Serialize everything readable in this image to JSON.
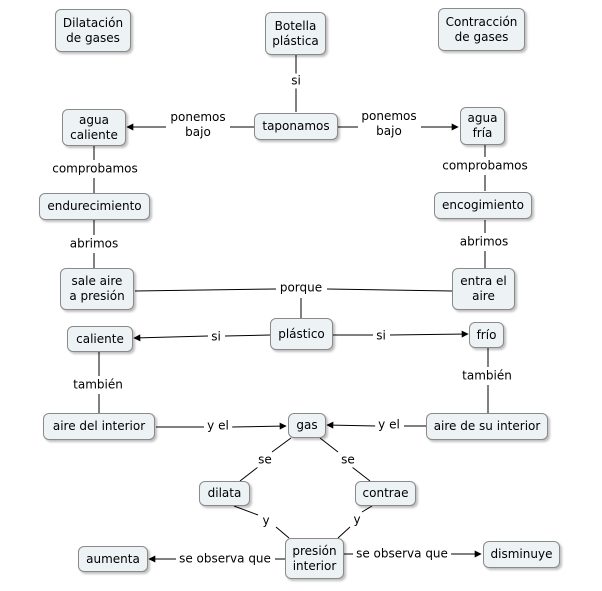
{
  "concepts": {
    "dilatacion_gases": "Dilatación\nde gases",
    "botella_plastica": "Botella\nplástica",
    "contraccion_gases": "Contracción\nde gases",
    "agua_caliente": "agua\ncaliente",
    "taponamos": "taponamos",
    "agua_fria": "agua\nfría",
    "endurecimiento": "endurecimiento",
    "encogimiento": "encogimiento",
    "sale_aire": "sale aire\na presión",
    "entra_aire": "entra el\naire",
    "caliente": "caliente",
    "plastico": "plástico",
    "frio": "frío",
    "aire_interior": "aire del interior",
    "gas": "gas",
    "aire_su_interior": "aire de su interior",
    "dilata": "dilata",
    "contrae": "contrae",
    "aumenta": "aumenta",
    "presion_interior": "presión\ninterior",
    "disminuye": "disminuye"
  },
  "links": {
    "si_botella": "si",
    "ponemos_bajo_left": "ponemos\nbajo",
    "ponemos_bajo_right": "ponemos\nbajo",
    "comprobamos_left": "comprobamos",
    "comprobamos_right": "comprobamos",
    "abrimos_left": "abrimos",
    "abrimos_right": "abrimos",
    "porque": "porque",
    "si_left": "si",
    "si_right": "si",
    "tambien_left": "también",
    "tambien_right": "también",
    "y_el_left": "y el",
    "y_el_right": "y el",
    "se_left": "se",
    "se_right": "se",
    "y_left": "y",
    "y_right": "y",
    "se_observa_left": "se observa que",
    "se_observa_right": "se observa que"
  },
  "style": {
    "node_fill": "#edf3f5",
    "node_border": "#8a8a8a",
    "line_color": "#000000"
  }
}
